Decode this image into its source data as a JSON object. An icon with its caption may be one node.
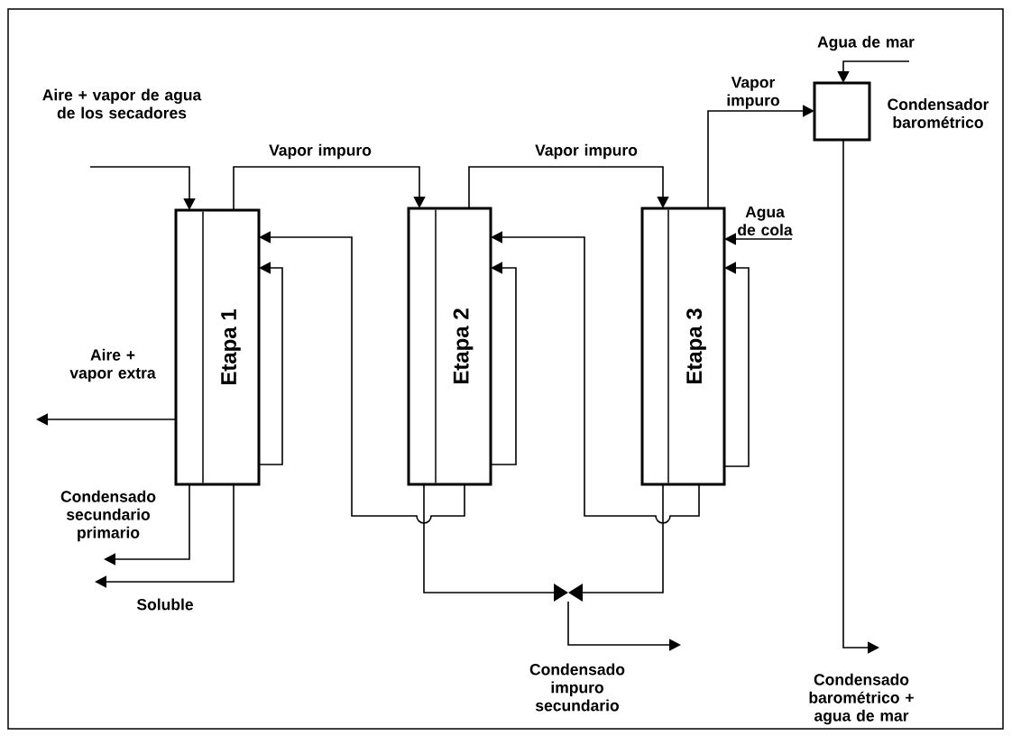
{
  "diagram": {
    "nodes": [
      {
        "text": [
          "Etapa 1"
        ]
      },
      {
        "text": [
          "Etapa 2"
        ]
      },
      {
        "text": [
          "Etapa 3"
        ]
      },
      {
        "text": [
          "Condensador barométrico"
        ]
      },
      {
        "text": [
          "Aire + vapor de agua de los secadores"
        ]
      },
      {
        "text": [
          "Aire + vapor extra"
        ]
      },
      {
        "text": [
          "Condensado secundario primario"
        ]
      },
      {
        "text": [
          "Soluble"
        ]
      },
      {
        "text": [
          "Agua de mar"
        ]
      },
      {
        "text": [
          "Agua de cola"
        ]
      },
      {
        "text": [],
        "shape": "valve"
      },
      {
        "text": [
          "Condensado impuro secundario"
        ]
      },
      {
        "text": [
          "Condensado barométrico + agua de mar"
        ]
      }
    ],
    "edges": [
      {
        "from": 4,
        "to": 0,
        "arrow": "to"
      },
      {
        "from": 0,
        "to": 1,
        "arrow": "to",
        "label": "Vapor impuro"
      },
      {
        "from": 1,
        "to": 2,
        "arrow": "to",
        "label": "Vapor impuro"
      },
      {
        "from": 2,
        "to": 3,
        "arrow": "to",
        "label": "Vapor impuro"
      },
      {
        "from": 8,
        "to": 3,
        "arrow": "to"
      },
      {
        "from": 9,
        "to": 2,
        "arrow": "to"
      },
      {
        "from": 0,
        "to": 5,
        "arrow": "to"
      },
      {
        "from": 0,
        "to": 6,
        "arrow": "to"
      },
      {
        "from": 0,
        "to": 7,
        "arrow": "to"
      },
      {
        "from": 0,
        "to": 0,
        "arrow": "to"
      },
      {
        "from": 1,
        "to": 0,
        "arrow": "to"
      },
      {
        "from": 1,
        "to": 1,
        "arrow": "to"
      },
      {
        "from": 2,
        "to": 1,
        "arrow": "to"
      },
      {
        "from": 2,
        "to": 2,
        "arrow": "to"
      },
      {
        "from": 1,
        "to": 10,
        "arrow": "none"
      },
      {
        "from": 2,
        "to": 10,
        "arrow": "none"
      },
      {
        "from": 10,
        "to": 11,
        "arrow": "to"
      },
      {
        "from": 3,
        "to": 12,
        "arrow": "to"
      }
    ]
  }
}
